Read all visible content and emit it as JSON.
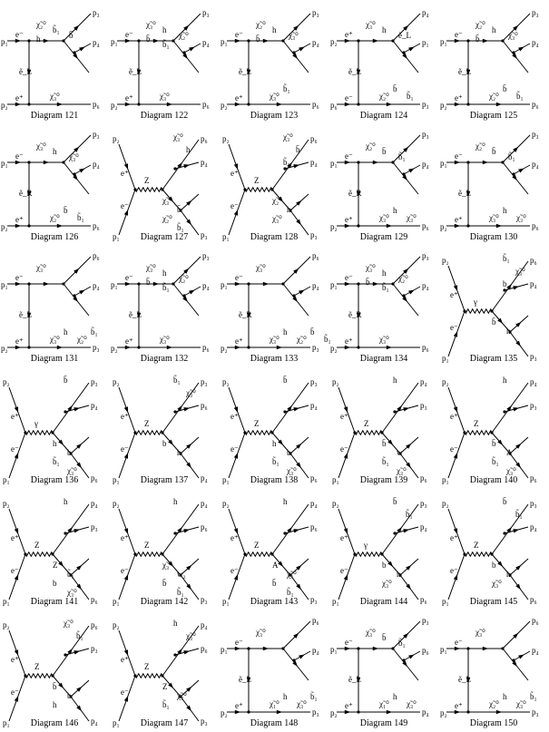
{
  "title": "",
  "diagrams": [
    {
      "caption": "Diagram 121",
      "type": "t",
      "ext": [
        "p₁",
        "p₂",
        "p₃",
        "p₄",
        "p₆"
      ],
      "props": [
        "e⁻",
        "ẽ_L",
        "e⁺"
      ],
      "top": [
        "χ̃₂⁰",
        "b̃₁",
        "b̄",
        "h"
      ],
      "bot": [
        "χ̃₃⁰"
      ]
    },
    {
      "caption": "Diagram 122",
      "type": "t",
      "ext": [
        "p₁",
        "p₂",
        "p₃",
        "p₄",
        "p₆"
      ],
      "props": [
        "e⁻",
        "ẽ_L",
        "e⁺"
      ],
      "top": [
        "χ̃₃⁰",
        "h",
        "χ̃₂⁰",
        "b̄",
        "b̃₁"
      ],
      "bot": [
        "χ̃₃⁰"
      ]
    },
    {
      "caption": "Diagram 123",
      "type": "t",
      "ext": [
        "p₁",
        "p₂",
        "p₃",
        "p₄",
        "p₆"
      ],
      "props": [
        "e⁻",
        "ẽ_L",
        "e⁺"
      ],
      "top": [
        "χ̃₂⁰",
        "h",
        "χ̃₃⁰",
        "b̄"
      ],
      "bot": [
        "χ̃₃⁰",
        "b̃₁"
      ]
    },
    {
      "caption": "Diagram 124",
      "type": "t",
      "ext": [
        "p₂",
        "p₆",
        "p₄",
        "p₁",
        "p₃"
      ],
      "props": [
        "e⁺",
        "ẽ_L",
        "e⁻"
      ],
      "top": [
        "χ̃₃⁰",
        "h",
        "ẽ_L"
      ],
      "bot": [
        "χ̃₂⁰",
        "b̄",
        "b̃₁"
      ]
    },
    {
      "caption": "Diagram 125",
      "type": "t",
      "ext": [
        "p₁",
        "p₂",
        "p₃",
        "p₄",
        "p₆"
      ],
      "props": [
        "e⁻",
        "ẽ_L",
        "e⁺"
      ],
      "top": [
        "χ̃₂⁰",
        "h",
        "χ̃₃⁰",
        "b̄"
      ],
      "bot": [
        "χ̃₂⁰",
        "b̄",
        "b̃₁"
      ]
    },
    {
      "caption": "Diagram 126",
      "type": "t",
      "ext": [
        "p₁",
        "p₂",
        "p₃",
        "p₄",
        "p₆"
      ],
      "props": [
        "e⁻",
        "ẽ_R",
        "e⁺"
      ],
      "top": [
        "χ̃₃⁰",
        "h",
        "χ̃₃⁰"
      ],
      "bot": [
        "χ̃₂⁰",
        "b̄",
        "b̃₁"
      ]
    },
    {
      "caption": "Diagram 127",
      "type": "s",
      "ext": [
        "p₂",
        "p₁",
        "p₆",
        "p₄",
        "p₃"
      ],
      "props": [
        "e⁺",
        "e⁻",
        "Z"
      ],
      "top": [
        "χ̃₃⁰",
        "h"
      ],
      "bot": [
        "χ̃₃⁰",
        "b̄",
        "χ̃₂⁰",
        "b̃₁"
      ]
    },
    {
      "caption": "Diagram 128",
      "type": "s",
      "ext": [
        "p₂",
        "p₁",
        "p₆",
        "p₄",
        "p₃"
      ],
      "props": [
        "e⁺",
        "e⁻",
        "Z"
      ],
      "top": [
        "χ̃₃⁰",
        "b̄",
        "b̃₁"
      ],
      "bot": [
        "χ̃₂⁰",
        "h",
        "χ̃₃⁰"
      ]
    },
    {
      "caption": "Diagram 129",
      "type": "t",
      "ext": [
        "p₁",
        "p₂",
        "p₃",
        "p₄",
        "p₆"
      ],
      "props": [
        "e⁻",
        "ẽ_R",
        "e⁺"
      ],
      "top": [
        "χ̃₂⁰",
        "b̄",
        "b̃₁"
      ],
      "bot": [
        "χ̃₃⁰",
        "h",
        "χ̃₃⁰"
      ]
    },
    {
      "caption": "Diagram 130",
      "type": "t",
      "ext": [
        "p₁",
        "p₂",
        "p₃",
        "p₄",
        "p₆"
      ],
      "props": [
        "e⁻",
        "ẽ_L",
        "e⁺"
      ],
      "top": [
        "χ̃₂⁰",
        "b̄",
        "b̃₁"
      ],
      "bot": [
        "χ̃₃⁰",
        "h",
        "χ̃₃⁰"
      ]
    },
    {
      "caption": "Diagram 131",
      "type": "t",
      "ext": [
        "p₁",
        "p₂",
        "p₆",
        "p₄",
        "p₃"
      ],
      "props": [
        "e⁻",
        "ẽ_L",
        "e⁺"
      ],
      "top": [
        "χ̃₃⁰"
      ],
      "bot": [
        "χ̃₃⁰",
        "h",
        "χ̃₂⁰",
        "b̃₁"
      ]
    },
    {
      "caption": "Diagram 132",
      "type": "t",
      "ext": [
        "p₁",
        "p₂",
        "p₃",
        "p₄",
        "p₆"
      ],
      "props": [
        "e⁻",
        "ẽ_L",
        "e⁺"
      ],
      "top": [
        "χ̃₃⁰",
        "h",
        "χ̃₂⁰",
        "b̄",
        "b̃₁"
      ],
      "bot": [
        "χ̃₃⁰"
      ]
    },
    {
      "caption": "Diagram 133",
      "type": "t",
      "ext": [
        "p₁",
        "p₂",
        "p₆",
        "p₄",
        "p₃"
      ],
      "props": [
        "e⁻",
        "ẽ_R",
        "e⁺"
      ],
      "top": [
        "χ̃₃⁰"
      ],
      "bot": [
        "χ̃₃⁰",
        "h",
        "χ̃₂⁰",
        "b̄",
        "b̃₁"
      ]
    },
    {
      "caption": "Diagram 134",
      "type": "t",
      "ext": [
        "p₁",
        "p₂",
        "p₃",
        "p₄",
        "p₆"
      ],
      "props": [
        "e⁻",
        "ẽ_R",
        "e⁺"
      ],
      "top": [
        "χ̃₃⁰",
        "h",
        "χ̃₂⁰",
        "b̄",
        "b̃₁"
      ],
      "bot": [
        "χ̃₃⁰"
      ]
    },
    {
      "caption": "Diagram 135",
      "type": "s",
      "ext": [
        "p₂",
        "p₁",
        "p₆",
        "p₄",
        "p₃"
      ],
      "props": [
        "e⁺",
        "e⁻",
        "γ"
      ],
      "top": [
        "b̃₁",
        "χ̃₃⁰",
        "b"
      ],
      "bot": [
        "b̄",
        "h"
      ]
    },
    {
      "caption": "Diagram 136",
      "type": "s",
      "ext": [
        "p₂",
        "p₁",
        "p₃",
        "p₄",
        "p₆"
      ],
      "props": [
        "e⁺",
        "e⁻",
        "γ"
      ],
      "top": [
        "b̄"
      ],
      "bot": [
        "h",
        "b",
        "b̃₁",
        "χ̃₃⁰"
      ]
    },
    {
      "caption": "Diagram 137",
      "type": "s",
      "ext": [
        "p₂",
        "p₁",
        "p₃",
        "p₆",
        "p₄"
      ],
      "props": [
        "e⁺",
        "e⁻",
        "Z"
      ],
      "top": [
        "b̃₁",
        "χ̃₃⁰"
      ],
      "bot": [
        "b",
        "h"
      ]
    },
    {
      "caption": "Diagram 138",
      "type": "s",
      "ext": [
        "p₂",
        "p₁",
        "p₃",
        "p₄",
        "p₆"
      ],
      "props": [
        "e⁺",
        "e⁻",
        "Z"
      ],
      "top": [
        "b̄"
      ],
      "bot": [
        "h",
        "b",
        "b̃₁",
        "χ̃₃⁰"
      ]
    },
    {
      "caption": "Diagram 139",
      "type": "s",
      "ext": [
        "p₂",
        "p₁",
        "p₄",
        "p₃",
        "p₆"
      ],
      "props": [
        "e⁺",
        "e⁻",
        "Z"
      ],
      "top": [
        "h"
      ],
      "bot": [
        "b̄",
        "w",
        "b̃₁",
        "χ̃₃⁰"
      ]
    },
    {
      "caption": "Diagram 140",
      "type": "s",
      "ext": [
        "p₂",
        "p₁",
        "p₄",
        "p₃",
        "p₆"
      ],
      "props": [
        "e⁺",
        "e⁻",
        "Z"
      ],
      "top": [
        "h"
      ],
      "bot": [
        "b̄",
        "A",
        "b̃₁",
        "χ̃₃⁰"
      ]
    },
    {
      "caption": "Diagram 141",
      "type": "s",
      "ext": [
        "p₂",
        "p₁",
        "p₄",
        "p₃",
        "p₆"
      ],
      "props": [
        "e⁺",
        "e⁻",
        "Z"
      ],
      "top": [
        "h"
      ],
      "bot": [
        "Z",
        "b̃₁",
        "b",
        "χ̃₃⁰"
      ]
    },
    {
      "caption": "Diagram 142",
      "type": "s",
      "ext": [
        "p₂",
        "p₁",
        "p₄",
        "p₆",
        "p₃"
      ],
      "props": [
        "e⁺",
        "e⁻",
        "Z"
      ],
      "top": [
        "h"
      ],
      "bot": [
        "χ̃₃⁰",
        "w₂",
        "b̄",
        "b̃₁"
      ]
    },
    {
      "caption": "Diagram 143",
      "type": "s",
      "ext": [
        "p₂",
        "p₁",
        "p₄",
        "p₆",
        "p₃"
      ],
      "props": [
        "e⁺",
        "e⁻",
        "Z"
      ],
      "top": [
        "h"
      ],
      "bot": [
        "A",
        "χ̃₃⁰",
        "b̄",
        "b̃₁"
      ]
    },
    {
      "caption": "Diagram 144",
      "type": "s",
      "ext": [
        "p₂",
        "p₁",
        "p₃",
        "p₄",
        "p₆"
      ],
      "props": [
        "e⁺",
        "e⁻",
        "γ"
      ],
      "top": [
        "b̄",
        "b̃₁"
      ],
      "bot": [
        "b",
        "h",
        "χ̃₃⁰"
      ]
    },
    {
      "caption": "Diagram 145",
      "type": "s",
      "ext": [
        "p₂",
        "p₁",
        "p₃",
        "p₄",
        "p₆"
      ],
      "props": [
        "e⁺",
        "e⁻",
        "Z"
      ],
      "top": [
        "b̄",
        "b̃₁"
      ],
      "bot": [
        "b",
        "h",
        "χ̃₃⁰"
      ]
    },
    {
      "caption": "Diagram 146",
      "type": "s",
      "ext": [
        "p₂",
        "p₁",
        "p₆",
        "p₃",
        "p₄"
      ],
      "props": [
        "e⁺",
        "e⁻",
        "Z"
      ],
      "top": [
        "χ̃₃⁰",
        "b̃₁"
      ],
      "bot": [
        "b̄",
        "b",
        "h"
      ]
    },
    {
      "caption": "Diagram 147",
      "type": "s",
      "ext": [
        "p₂",
        "p₁",
        "p₄",
        "p₆",
        "p₃"
      ],
      "props": [
        "e⁺",
        "e⁻",
        "Z"
      ],
      "top": [
        "h",
        "χ̃₃⁰"
      ],
      "bot": [
        "Z",
        "χ̃₃⁰",
        "b̃₁"
      ]
    },
    {
      "caption": "Diagram 148",
      "type": "t",
      "ext": [
        "p₁",
        "p₂",
        "p₆",
        "p₄",
        "p₃"
      ],
      "props": [
        "e⁻",
        "ẽ_L",
        "e⁺"
      ],
      "top": [
        "χ̃₃⁰"
      ],
      "bot": [
        "χ̃₁⁰",
        "h",
        "χ̃₃⁰",
        "b̃₁"
      ]
    },
    {
      "caption": "Diagram 149",
      "type": "t",
      "ext": [
        "p₁",
        "p₂",
        "p₃",
        "p₆",
        "p₄"
      ],
      "props": [
        "e⁻",
        "ẽ_L",
        "e⁺"
      ],
      "top": [
        "χ̃₃⁰",
        "b̄",
        "b̃₁"
      ],
      "bot": [
        "χ̃₁⁰",
        "h",
        "χ̃₃⁰"
      ]
    },
    {
      "caption": "Diagram 150",
      "type": "t",
      "ext": [
        "p₁",
        "p₂",
        "p₆",
        "p₄",
        "p₃"
      ],
      "props": [
        "e⁻",
        "ẽ_L",
        "e⁺"
      ],
      "top": [
        "χ̃₃⁰"
      ],
      "bot": [
        "χ̃₂⁰",
        "h",
        "χ̃₃⁰",
        "b̃₁"
      ]
    }
  ]
}
